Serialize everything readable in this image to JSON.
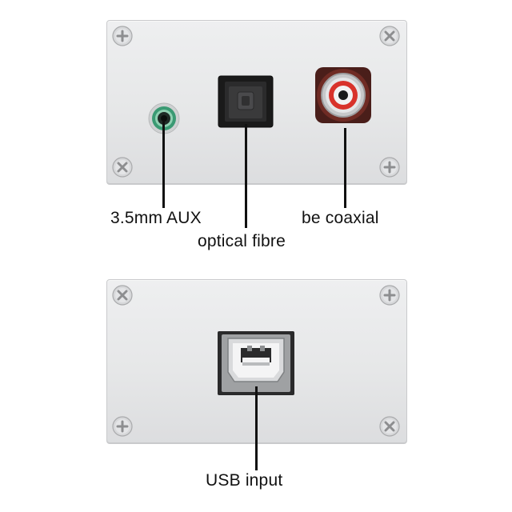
{
  "labels": {
    "aux": "3.5mm AUX",
    "optical": "optical fibre",
    "coaxial": "be coaxial",
    "usb": "USB input"
  },
  "icons": {
    "screw": "phillips-screw-icon",
    "aux_port": "aux-jack-icon",
    "optical_port": "toslink-port-icon",
    "coaxial_port": "rca-jack-icon",
    "usb_port": "usb-b-port-icon"
  },
  "colors": {
    "aux_ring": "#3a9a73",
    "coaxial_ring": "#d8322b",
    "panel": "#e6e7e8",
    "label_text": "#111111"
  }
}
